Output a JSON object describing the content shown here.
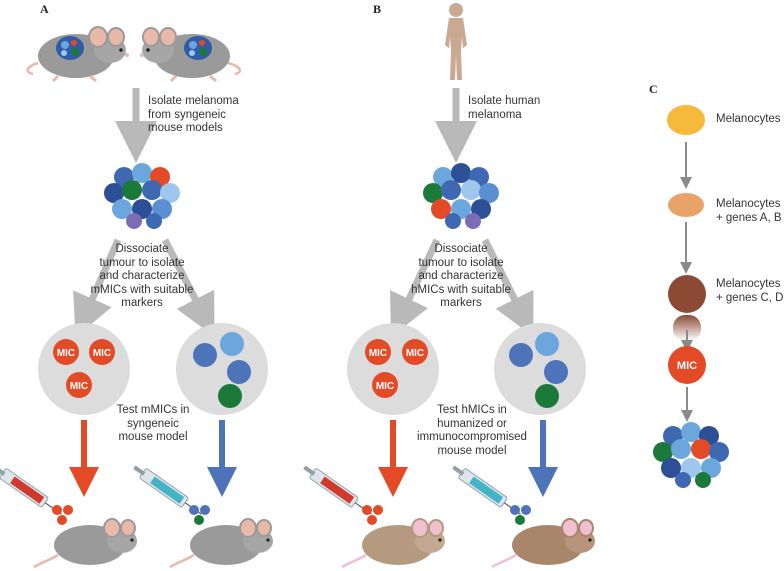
{
  "panels": {
    "a": "A",
    "b": "B",
    "c": "C"
  },
  "panel_a": {
    "step1": [
      "Isolate melanoma",
      "from syngeneic",
      "mouse models"
    ],
    "step2": [
      "Dissociate",
      "tumour to isolate",
      "and characterize",
      "mMICs with suitable",
      "markers"
    ],
    "step3": [
      "Test mMICs in",
      "syngeneic",
      "mouse model"
    ]
  },
  "panel_b": {
    "step1": [
      "Isolate human",
      "melanoma"
    ],
    "step2": [
      "Dissociate",
      "tumour to isolate",
      "and characterize",
      "hMICs with suitable",
      "markers"
    ],
    "step3": [
      "Test hMICs in",
      "humanized or",
      "immunocompromised",
      "mouse model"
    ]
  },
  "panel_c": {
    "stage1": [
      "Melanocytes"
    ],
    "stage2": [
      "Melanocytes",
      "+ genes A, B"
    ],
    "stage3": [
      "Melanocytes",
      "+ genes C, D"
    ]
  },
  "mic_label": "MIC",
  "colors": {
    "arrow_gray": "#b9b9b9",
    "arrow_red": "#e24b26",
    "arrow_blue": "#4d74b8",
    "circle_gray": "#dcdcdc",
    "mic_red": "#e24b26",
    "cell_green": "#1b7a3a",
    "cell_blue": "#3f68b3",
    "cell_light_blue": "#6ba6dc",
    "melanocyte_yellow": "#f6b93b",
    "melanocyte_orange": "#e9a366",
    "melanocyte_brown": "#8c4a35",
    "mouse_gray": "#9a9a9a",
    "mouse_tan": "#b59a80"
  }
}
